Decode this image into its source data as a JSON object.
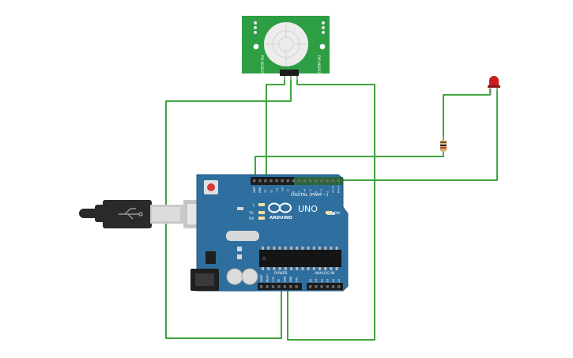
{
  "colors": {
    "wire": "#3fa43f",
    "board": "#2f6f9f",
    "board_edge": "#255a85",
    "pir_board": "#2e9e44",
    "pir_dome": "#ececec",
    "led": "#c81e1e",
    "usb_black": "#2a2a2a",
    "usb_metal": "#c8c8c8",
    "header": "#222222",
    "header_green": "#3aa655"
  },
  "pir": {
    "side_text_left": "PIR SENSOR",
    "side_text_right": "DYP-ME003"
  },
  "arduino": {
    "brand": "ARDUINO",
    "model": "UNO",
    "digital_label": "DIGITAL (PWM ~)",
    "power_label": "POWER",
    "analog_label": "ANALOG IN",
    "on_label": "ON",
    "l_label": "L",
    "tx_label": "TX",
    "rx_label": "RX",
    "digital_pins": [
      "AREF",
      "GND",
      "13",
      "12",
      "~11",
      "~10",
      "~9",
      "8",
      "7",
      "~6",
      "~5",
      "4",
      "~3",
      "2",
      "TX→1",
      "RX←0"
    ],
    "power_pins": [
      "IOREF",
      "RESET",
      "3.3V",
      "5V",
      "GND",
      "GND",
      "VIN"
    ],
    "analog_pins": [
      "A0",
      "A1",
      "A2",
      "A3",
      "A4",
      "A5"
    ]
  }
}
